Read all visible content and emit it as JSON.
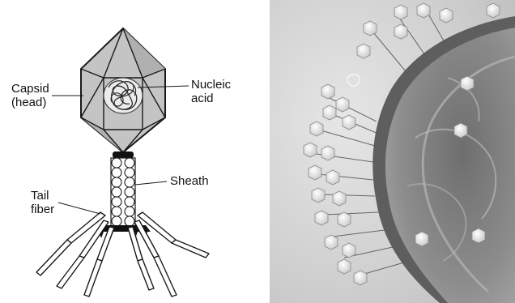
{
  "diagram": {
    "labels": {
      "capsid_line1": "Capsid",
      "capsid_line2": "(head)",
      "nucleic_line1": "Nucleic",
      "nucleic_line2": "acid",
      "sheath": "Sheath",
      "tail_line1": "Tail",
      "tail_line2": "fiber"
    },
    "colors": {
      "capsid_fill": "#c4c4c4",
      "capsid_shade": "#a6a6a6",
      "outline": "#1a1a1a",
      "collar": "#111111"
    }
  },
  "micrograph": {
    "icon": "electron-micrograph-bacteriophages-on-bacterium",
    "colors": {
      "background": "#dcdcdc",
      "cell": "#8a8a8a",
      "phage_head": "#f2f2f2"
    }
  }
}
